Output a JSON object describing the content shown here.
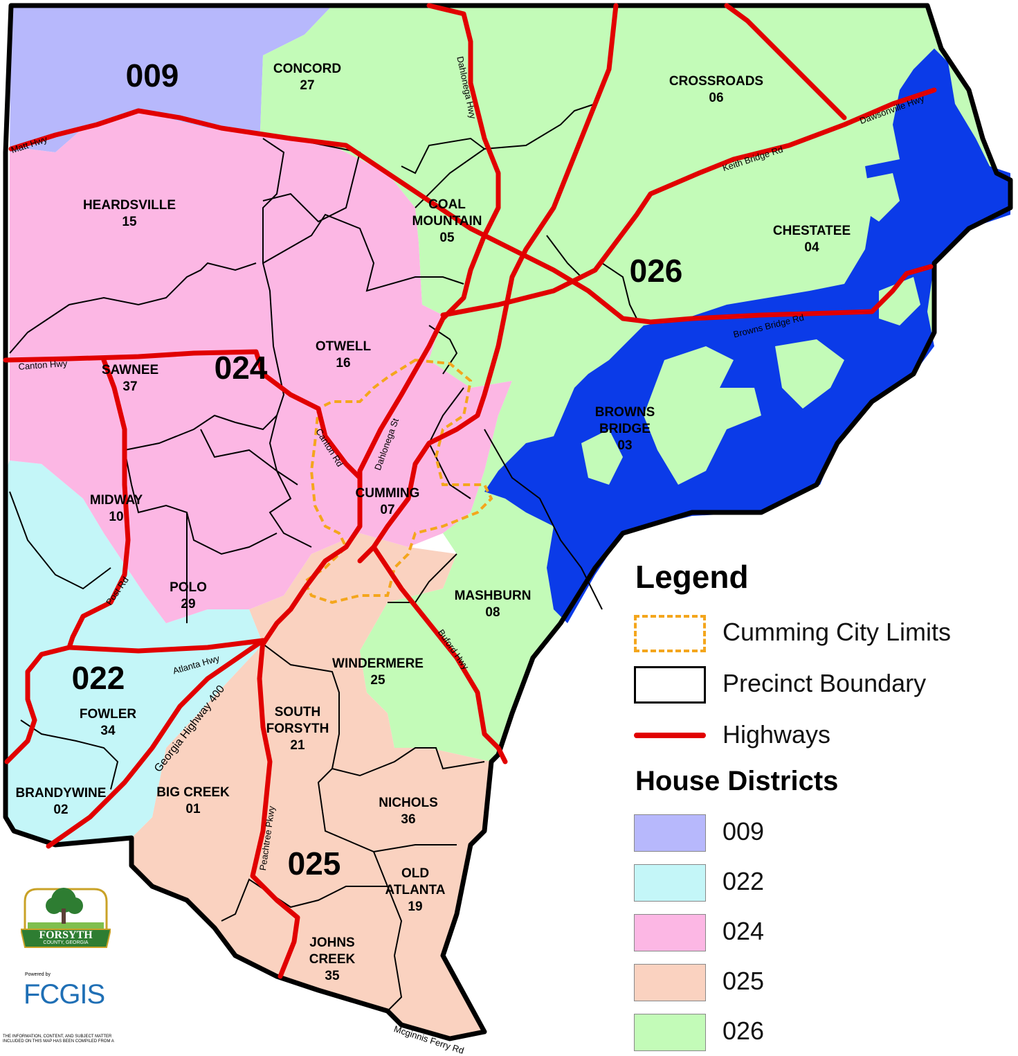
{
  "legend": {
    "title": "Legend",
    "items": [
      {
        "label": "Cumming City Limits",
        "style": "dashed",
        "color": "#f4a61c"
      },
      {
        "label": "Precinct Boundary",
        "style": "outline",
        "color": "#000000"
      },
      {
        "label": "Highways",
        "style": "line",
        "color": "#e10000"
      }
    ],
    "districts_title": "House Districts",
    "districts": [
      {
        "label": "009",
        "color": "#b7b8fc"
      },
      {
        "label": "022",
        "color": "#c4f6f8"
      },
      {
        "label": "024",
        "color": "#fcb7e4"
      },
      {
        "label": "025",
        "color": "#fad2c0"
      },
      {
        "label": "026",
        "color": "#c3fbb8"
      }
    ]
  },
  "districts": [
    {
      "label": "009"
    },
    {
      "label": "022"
    },
    {
      "label": "024"
    },
    {
      "label": "025"
    },
    {
      "label": "026"
    }
  ],
  "precincts": [
    {
      "name": "CONCORD",
      "number": "27"
    },
    {
      "name": "CROSSROADS",
      "number": "06"
    },
    {
      "name": "HEARDSVILLE",
      "number": "15"
    },
    {
      "name": "COAL\nMOUNTAIN",
      "number": "05"
    },
    {
      "name": "CHESTATEE",
      "number": "04"
    },
    {
      "name": "OTWELL",
      "number": "16"
    },
    {
      "name": "SAWNEE",
      "number": "37"
    },
    {
      "name": "BROWNS\nBRIDGE",
      "number": "03"
    },
    {
      "name": "MIDWAY",
      "number": "10"
    },
    {
      "name": "CUMMING",
      "number": "07"
    },
    {
      "name": "POLO",
      "number": "29"
    },
    {
      "name": "MASHBURN",
      "number": "08"
    },
    {
      "name": "WINDERMERE",
      "number": "25"
    },
    {
      "name": "FOWLER",
      "number": "34"
    },
    {
      "name": "SOUTH\nFORSYTH",
      "number": "21"
    },
    {
      "name": "BRANDYWINE",
      "number": "02"
    },
    {
      "name": "BIG CREEK",
      "number": "01"
    },
    {
      "name": "NICHOLS",
      "number": "36"
    },
    {
      "name": "OLD\nATLANTA",
      "number": "19"
    },
    {
      "name": "JOHNS\nCREEK",
      "number": "35"
    }
  ],
  "roads": [
    "Matt Hwy",
    "Dahlonega Hwy",
    "Dawsonville Hwy",
    "Keith Bridge Rd",
    "Canton Hwy",
    "Browns Bridge Rd",
    "Canton Rd",
    "Dahlonega St",
    "Post Rd",
    "Buford Hwy",
    "Atlanta Hwy",
    "Georgia Highway 400",
    "Peachtree Pkwy",
    "Mcginnis Ferry Rd"
  ],
  "logo": {
    "name": "FORSYTH",
    "sub": "COUNTY, GEORGIA"
  },
  "fcgis": {
    "powered": "Powered by",
    "name": "FCGIS"
  },
  "disclaimer": "THE INFORMATION, CONTENT, AND SUBJECT MATTER INCLUDED ON THIS MAP HAS BEEN COMPILED FROM A"
}
